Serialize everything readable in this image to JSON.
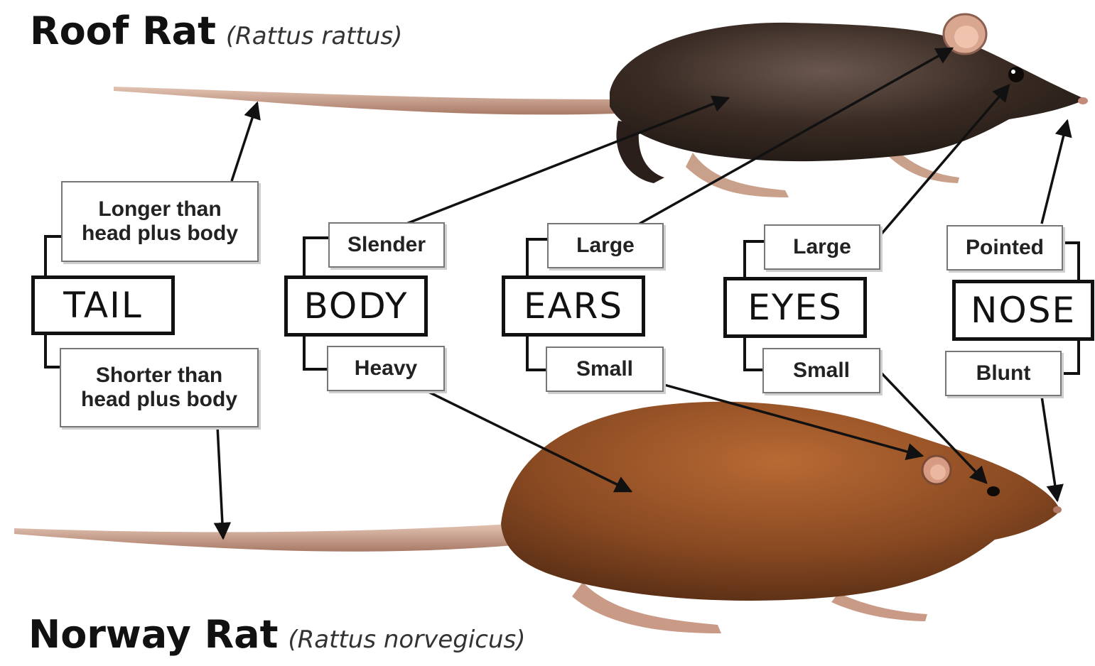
{
  "roof_rat": {
    "common_name": "Roof Rat",
    "scientific_name": "(Rattus rattus)",
    "tail": "Longer than head plus body",
    "body": "Slender",
    "ears": "Large",
    "eyes": "Large",
    "nose": "Pointed"
  },
  "norway_rat": {
    "common_name": "Norway Rat",
    "scientific_name": "(Rattus norvegicus)",
    "tail": "Shorter than head plus body",
    "body": "Heavy",
    "ears": "Small",
    "eyes": "Small",
    "nose": "Blunt"
  },
  "features": {
    "tail": "TAIL",
    "body": "BODY",
    "ears": "EARS",
    "eyes": "EYES",
    "nose": "NOSE"
  },
  "colors": {
    "roof_rat_fur": "#3a2c24",
    "norway_rat_fur": "#8a4a22",
    "tail": "#c99a86"
  }
}
